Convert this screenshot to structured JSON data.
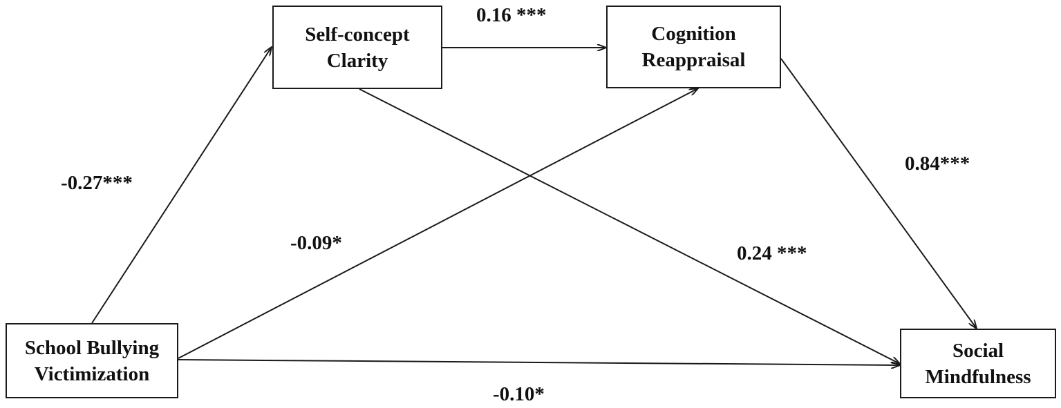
{
  "nodes": {
    "bullying": {
      "line1": "School Bullying",
      "line2": "Victimization"
    },
    "self_concept": {
      "line1": "Self-concept",
      "line2": "Clarity"
    },
    "cognition": {
      "line1": "Cognition",
      "line2": "Reappraisal"
    },
    "mindfulness": {
      "line1": "Social",
      "line2": "Mindfulness"
    }
  },
  "paths": {
    "bullying_to_self_concept": "-0.27***",
    "self_concept_to_cognition": "0.16 ***",
    "cognition_to_mindfulness": "0.84***",
    "bullying_to_cognition": "-0.09*",
    "self_concept_to_mindfulness": "0.24 ***",
    "bullying_to_mindfulness": "-0.10*"
  },
  "colors": {
    "stroke": "#1a1a1a",
    "text": "#111111",
    "background": "#ffffff"
  }
}
